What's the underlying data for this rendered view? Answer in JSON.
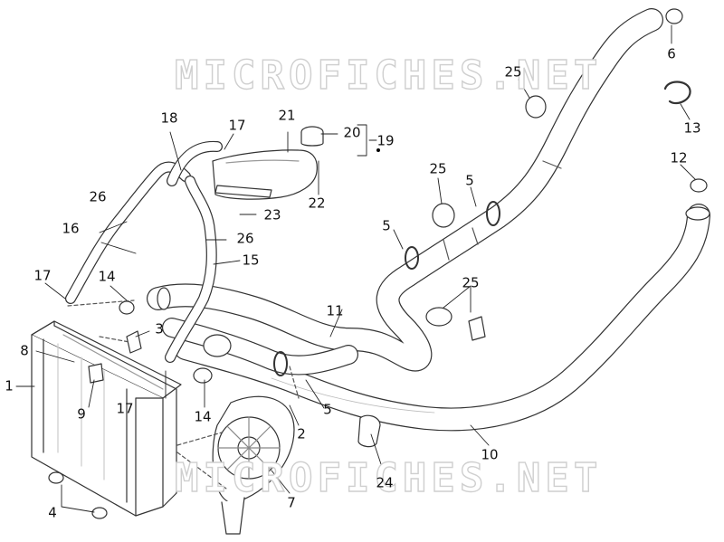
{
  "watermark": {
    "text": "MICROFICHES.NET"
  },
  "callouts": [
    {
      "id": "c1",
      "label": "1"
    },
    {
      "id": "c2",
      "label": "2"
    },
    {
      "id": "c3",
      "label": "3"
    },
    {
      "id": "c4",
      "label": "4"
    },
    {
      "id": "c5a",
      "label": "5"
    },
    {
      "id": "c5b",
      "label": "5"
    },
    {
      "id": "c5c",
      "label": "5"
    },
    {
      "id": "c6",
      "label": "6"
    },
    {
      "id": "c7",
      "label": "7"
    },
    {
      "id": "c8",
      "label": "8"
    },
    {
      "id": "c9",
      "label": "9"
    },
    {
      "id": "c10",
      "label": "10"
    },
    {
      "id": "c11",
      "label": "11"
    },
    {
      "id": "c12",
      "label": "12"
    },
    {
      "id": "c13",
      "label": "13"
    },
    {
      "id": "c14a",
      "label": "14"
    },
    {
      "id": "c14b",
      "label": "14"
    },
    {
      "id": "c15",
      "label": "15"
    },
    {
      "id": "c16",
      "label": "16"
    },
    {
      "id": "c17a",
      "label": "17"
    },
    {
      "id": "c17b",
      "label": "17"
    },
    {
      "id": "c17c",
      "label": "17"
    },
    {
      "id": "c18",
      "label": "18"
    },
    {
      "id": "c19",
      "label": "19"
    },
    {
      "id": "c20",
      "label": "20"
    },
    {
      "id": "c21",
      "label": "21"
    },
    {
      "id": "c22",
      "label": "22"
    },
    {
      "id": "c23",
      "label": "23"
    },
    {
      "id": "c24",
      "label": "24"
    },
    {
      "id": "c25a",
      "label": "25"
    },
    {
      "id": "c25b",
      "label": "25"
    },
    {
      "id": "c25c",
      "label": "25"
    },
    {
      "id": "c26a",
      "label": "26"
    },
    {
      "id": "c26b",
      "label": "26"
    }
  ]
}
